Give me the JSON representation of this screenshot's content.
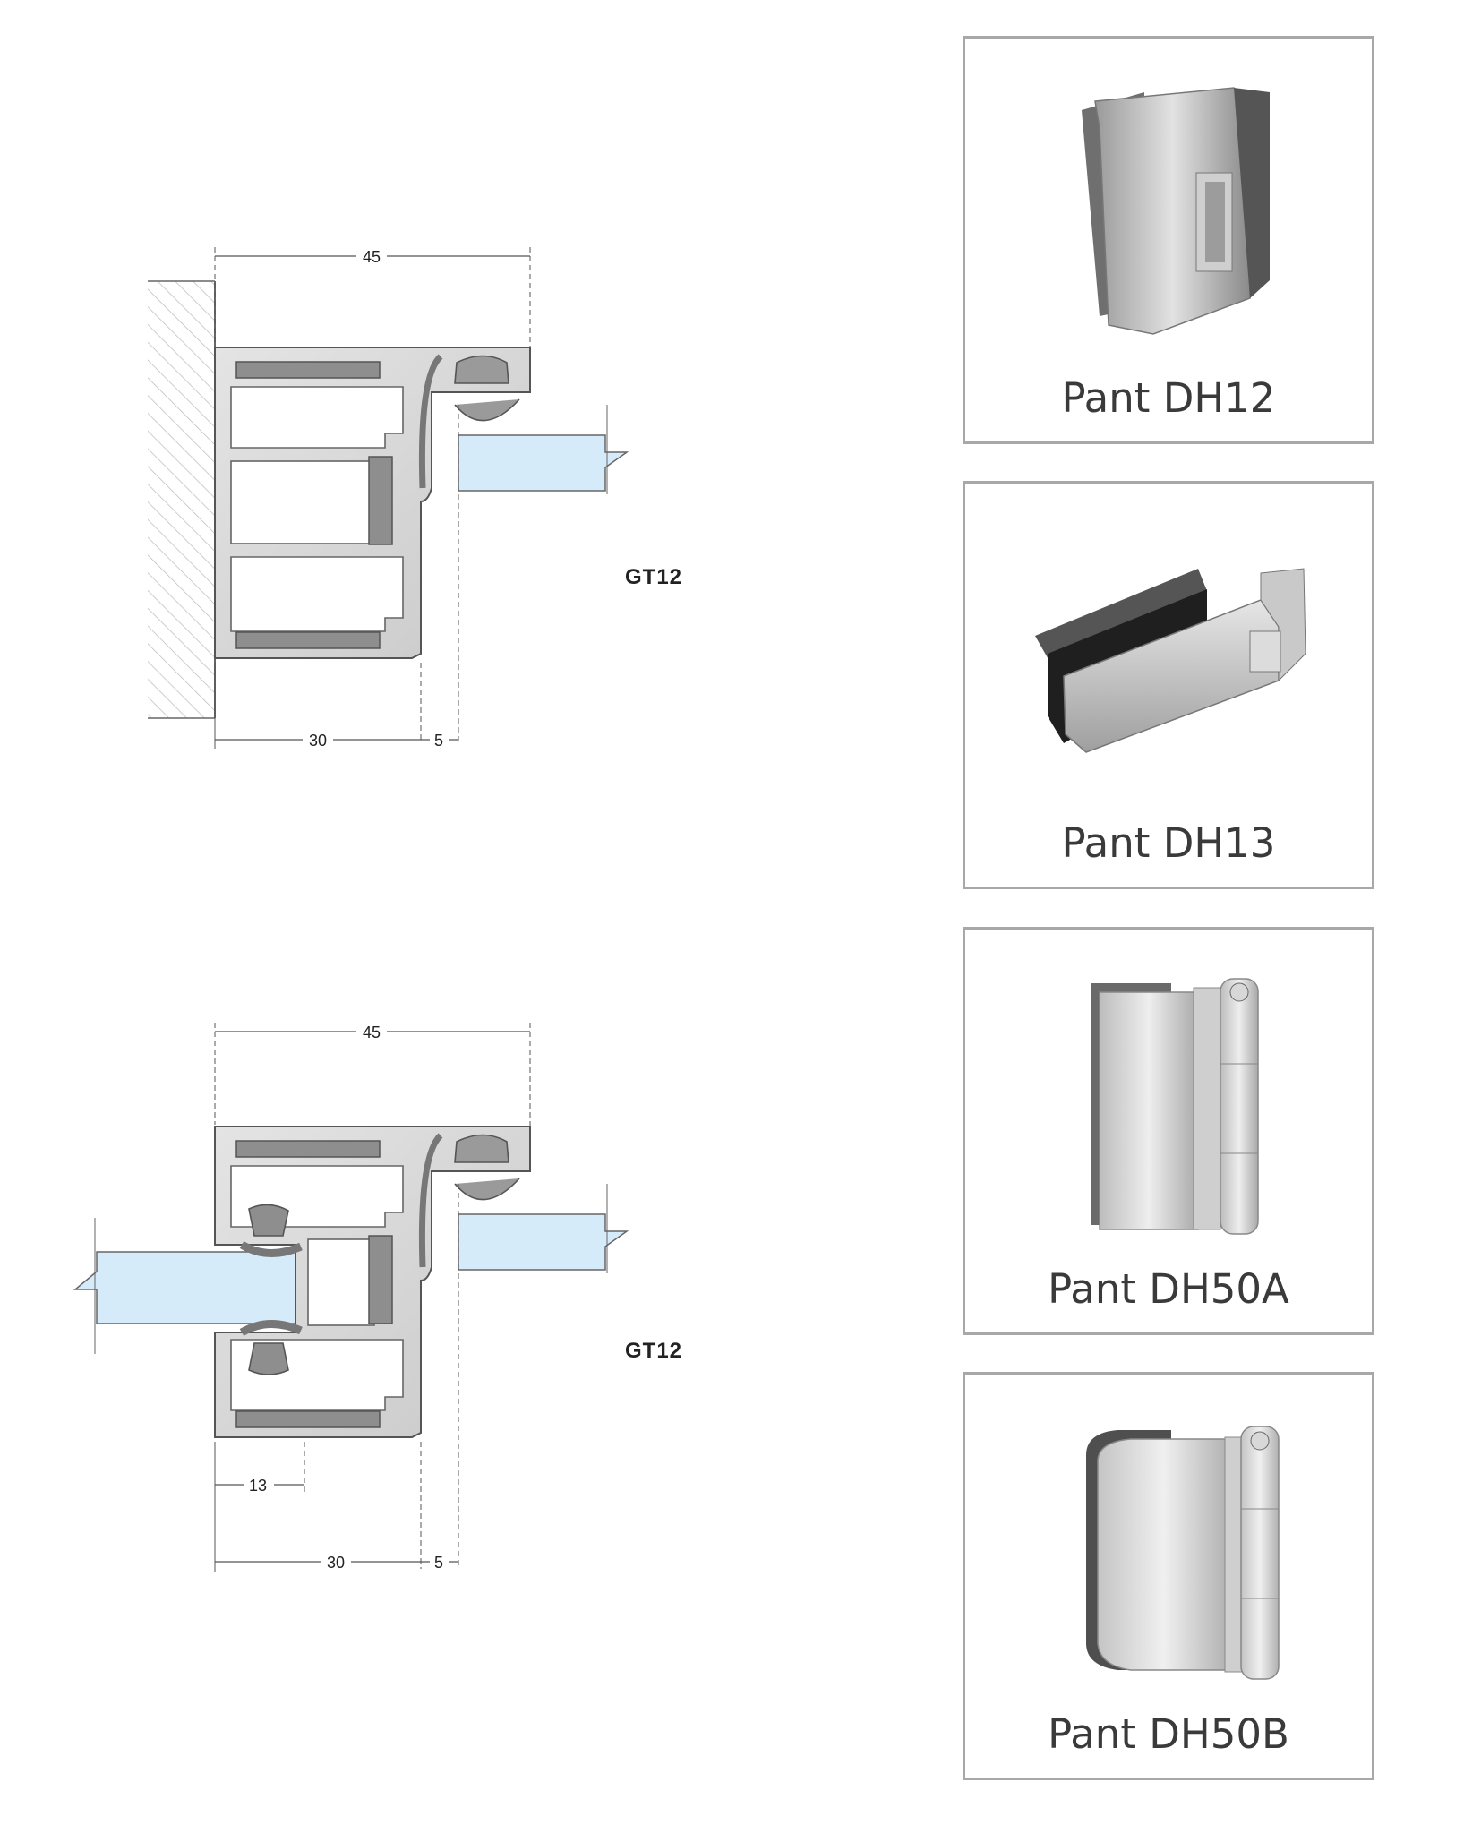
{
  "diagrams": [
    {
      "code": "GT12",
      "dims": {
        "top": "45",
        "bottom_main": "30",
        "bottom_gap": "5"
      }
    },
    {
      "code": "GT12",
      "dims": {
        "top": "45",
        "inner": "13",
        "bottom_main": "30",
        "bottom_gap": "5"
      }
    }
  ],
  "products": [
    {
      "label": "Pant DH12",
      "icon": "hinge-dh12-icon"
    },
    {
      "label": "Pant DH13",
      "icon": "hinge-dh13-icon"
    },
    {
      "label": "Pant DH50A",
      "icon": "hinge-dh50a-icon"
    },
    {
      "label": "Pant DH50B",
      "icon": "hinge-dh50b-icon"
    }
  ]
}
